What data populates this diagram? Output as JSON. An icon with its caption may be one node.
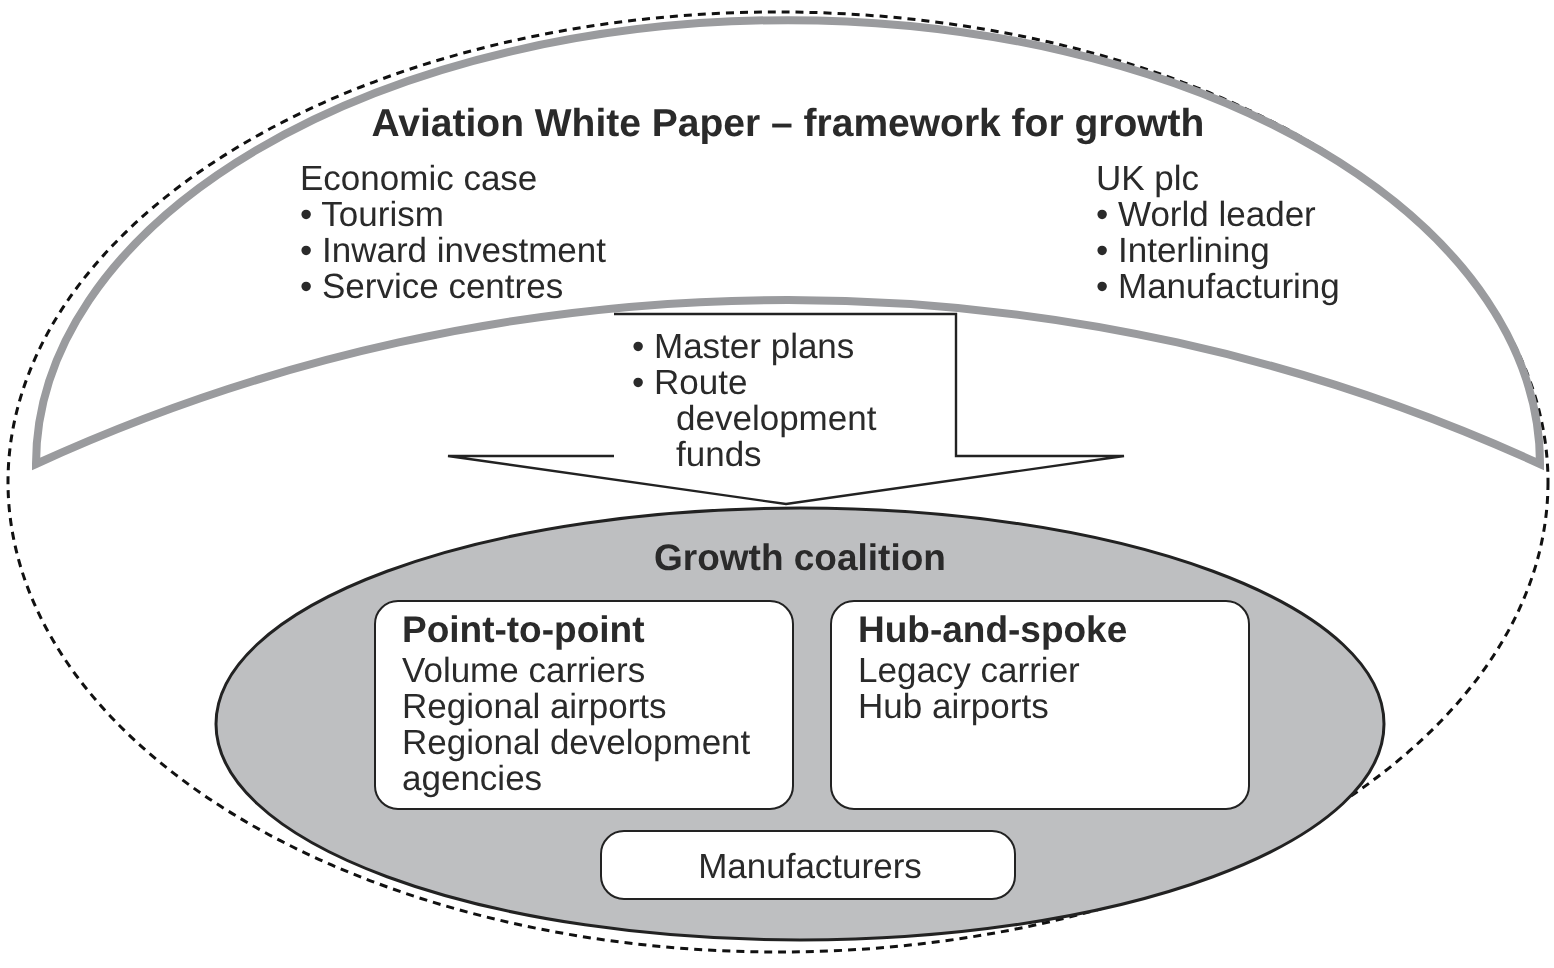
{
  "diagram": {
    "nodes": [
      {
        "text": [],
        "shape": "ellipse"
      },
      {
        "text": [
          "Aviation White Paper – framework for growth",
          "Economic case",
          "• Tourism",
          "• Inward investment",
          "• Service centres",
          "UK plc",
          "• World leader",
          "• Interlining",
          "• Manufacturing"
        ],
        "in": 0
      },
      {
        "text": [
          "• Master plans",
          "• Route development funds"
        ],
        "in": 0
      },
      {
        "text": [
          "Growth coalition"
        ],
        "in": 0
      },
      {
        "text": [
          "Point-to-point",
          "Volume carriers",
          "Regional airports",
          "Regional development agencies"
        ],
        "in": 3
      },
      {
        "text": [
          "Hub-and-spoke",
          "Legacy carrier",
          "Hub airports"
        ],
        "in": 3
      },
      {
        "text": [
          "Manufacturers"
        ],
        "in": 3
      }
    ]
  }
}
